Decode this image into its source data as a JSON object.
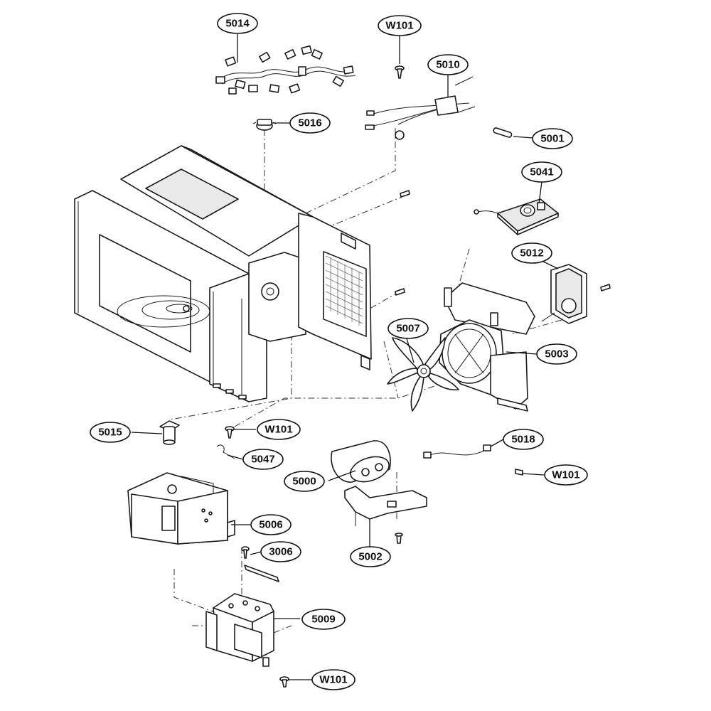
{
  "callouts": [
    {
      "id": "c-5014",
      "label": "5014"
    },
    {
      "id": "c-w101-top",
      "label": "W101"
    },
    {
      "id": "c-5010",
      "label": "5010"
    },
    {
      "id": "c-5016",
      "label": "5016"
    },
    {
      "id": "c-5001",
      "label": "5001"
    },
    {
      "id": "c-5041",
      "label": "5041"
    },
    {
      "id": "c-5012",
      "label": "5012"
    },
    {
      "id": "c-5007",
      "label": "5007"
    },
    {
      "id": "c-5003",
      "label": "5003"
    },
    {
      "id": "c-5015",
      "label": "5015"
    },
    {
      "id": "c-w101-mid",
      "label": "W101"
    },
    {
      "id": "c-5047",
      "label": "5047"
    },
    {
      "id": "c-5018",
      "label": "5018"
    },
    {
      "id": "c-w101-right",
      "label": "W101"
    },
    {
      "id": "c-5000",
      "label": "5000"
    },
    {
      "id": "c-5006",
      "label": "5006"
    },
    {
      "id": "c-5002",
      "label": "5002"
    },
    {
      "id": "c-3006",
      "label": "3006"
    },
    {
      "id": "c-5009",
      "label": "5009"
    },
    {
      "id": "c-w101-bottom",
      "label": "W101"
    }
  ]
}
